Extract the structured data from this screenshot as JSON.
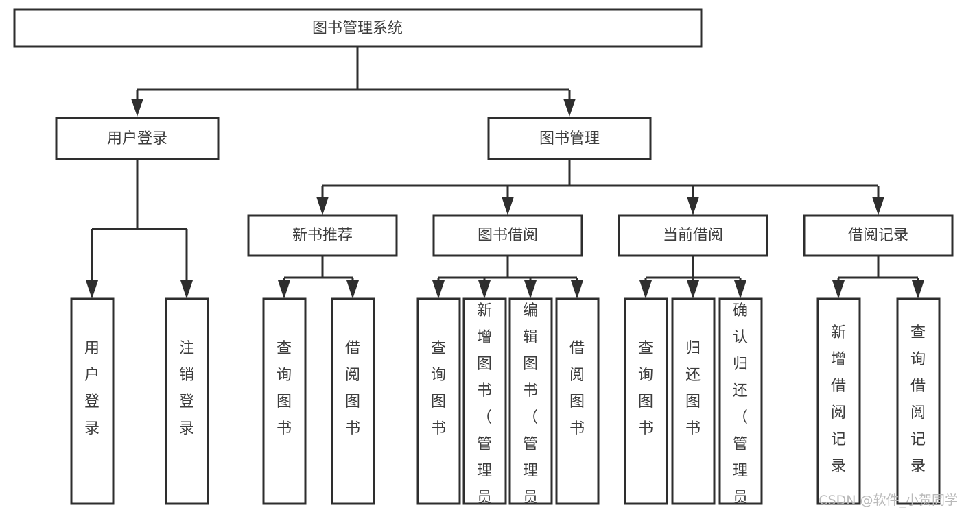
{
  "diagram": {
    "type": "tree-hierarchy-chart",
    "title_node": {
      "label": "图书管理系统"
    },
    "level2": [
      {
        "label": "用户登录"
      },
      {
        "label": "图书管理"
      }
    ],
    "level3": [
      {
        "label": "新书推荐"
      },
      {
        "label": "图书借阅"
      },
      {
        "label": "当前借阅"
      },
      {
        "label": "借阅记录"
      }
    ],
    "leaves": {
      "user_login": [
        {
          "label": "用户登录"
        },
        {
          "label": "注销登录"
        }
      ],
      "new_book_recommend": [
        {
          "label": "查询图书"
        },
        {
          "label": "借阅图书"
        }
      ],
      "book_borrow": [
        {
          "label": "查询图书"
        },
        {
          "label": "新增图书（管理员）"
        },
        {
          "label": "编辑图书（管理员）"
        },
        {
          "label": "借阅图书"
        }
      ],
      "current_borrow": [
        {
          "label": "查询图书"
        },
        {
          "label": "归还图书"
        },
        {
          "label": "确认归还（管理员）"
        }
      ],
      "borrow_record": [
        {
          "label": "新增借阅记录"
        },
        {
          "label": "查询借阅记录"
        }
      ]
    },
    "watermark": "CSDN @软件_小贺同学",
    "colors": {
      "stroke": "#2e2e2e",
      "text": "#3d3d3d",
      "background": "#ffffff",
      "watermark": "#b9b9b9"
    }
  }
}
